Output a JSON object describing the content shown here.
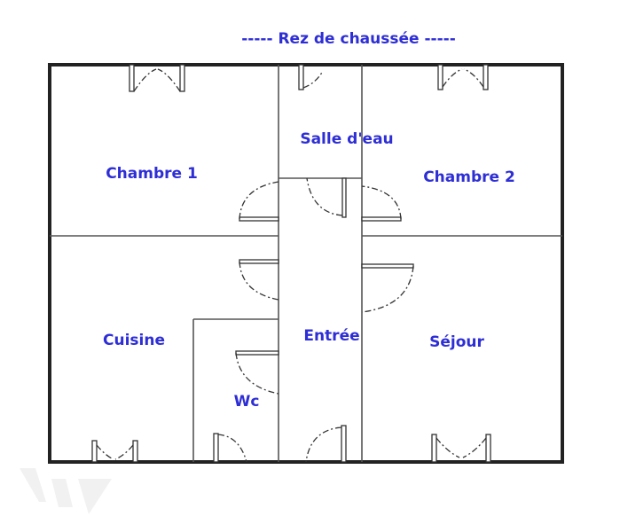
{
  "title": "-----  Rez de chaussée  -----",
  "rooms": {
    "chambre1": "Chambre 1",
    "salle_eau": "Salle d'eau",
    "chambre2": "Chambre 2",
    "cuisine": "Cuisine",
    "entree": "Entrée",
    "sejour": "Séjour",
    "wc": "Wc"
  },
  "colors": {
    "label": "#2e2ed6",
    "wall": "#222222"
  }
}
